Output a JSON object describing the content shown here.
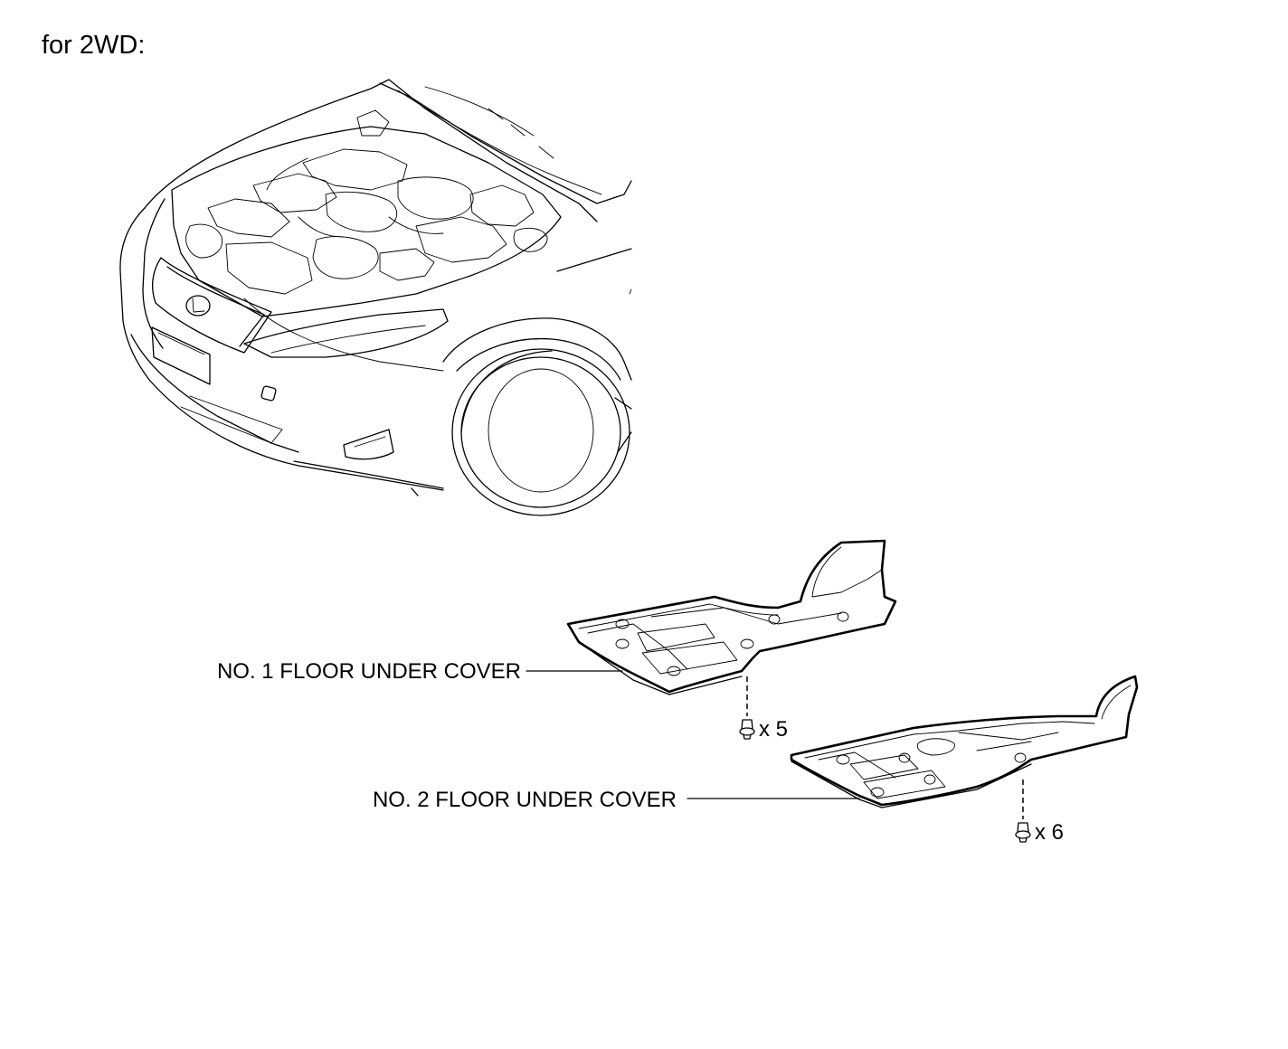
{
  "heading": "for 2WD:",
  "parts": [
    {
      "label": "NO. 1 FLOOR UNDER COVER",
      "fastener_qty": "x 5"
    },
    {
      "label": "NO. 2 FLOOR UNDER COVER",
      "fastener_qty": "x 6"
    }
  ]
}
